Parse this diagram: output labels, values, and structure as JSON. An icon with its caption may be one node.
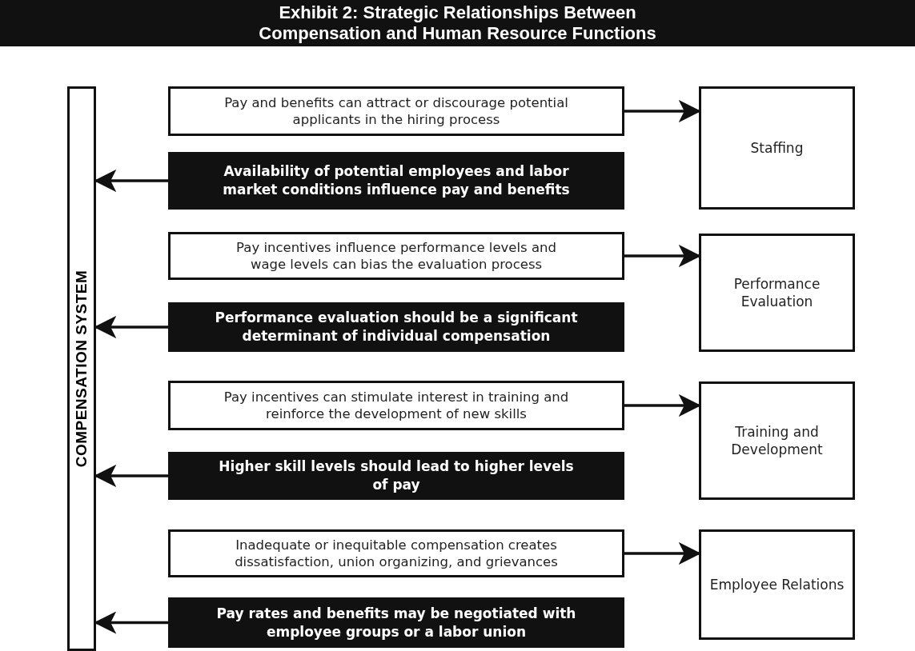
{
  "diagram": {
    "title": "Exhibit 2: Strategic Relationships Between Compensation and Human Resource Functions",
    "nodes": [
      {
        "text": [
          "COMPENSATION SYSTEM"
        ]
      },
      {
        "text": [
          "Pay and benefits can attract or discourage potential applicants in the hiring process"
        ]
      },
      {
        "text": [
          "Staffing"
        ]
      },
      {
        "text": [
          "Availability of potential employees and labor market conditions influence pay and benefits"
        ]
      },
      {
        "text": [
          "Pay incentives influence performance levels and wage levels can bias the evaluation process"
        ]
      },
      {
        "text": [
          "Performance Evaluation"
        ]
      },
      {
        "text": [
          "Performance evaluation should be a significant determinant of individual compensation"
        ]
      },
      {
        "text": [
          "Pay incentives can stimulate interest in training and reinforce the development of new skills"
        ]
      },
      {
        "text": [
          "Training and Development"
        ]
      },
      {
        "text": [
          "Higher skill levels should lead to higher levels of pay"
        ]
      },
      {
        "text": [
          "Inadequate or inequitable compensation creates dissatisfaction, union organizing, and grievances"
        ]
      },
      {
        "text": [
          "Employee Relations"
        ]
      },
      {
        "text": [
          "Pay rates and benefits may be negotiated with employee groups or a labor union"
        ]
      }
    ],
    "edges": [
      {
        "from": 1,
        "to": 2,
        "arrow": "to"
      },
      {
        "from": 3,
        "to": 0,
        "arrow": "to"
      },
      {
        "from": 4,
        "to": 5,
        "arrow": "to"
      },
      {
        "from": 6,
        "to": 0,
        "arrow": "to"
      },
      {
        "from": 7,
        "to": 8,
        "arrow": "to"
      },
      {
        "from": 9,
        "to": 0,
        "arrow": "to"
      },
      {
        "from": 10,
        "to": 11,
        "arrow": "to"
      },
      {
        "from": 12,
        "to": 0,
        "arrow": "to"
      }
    ]
  }
}
